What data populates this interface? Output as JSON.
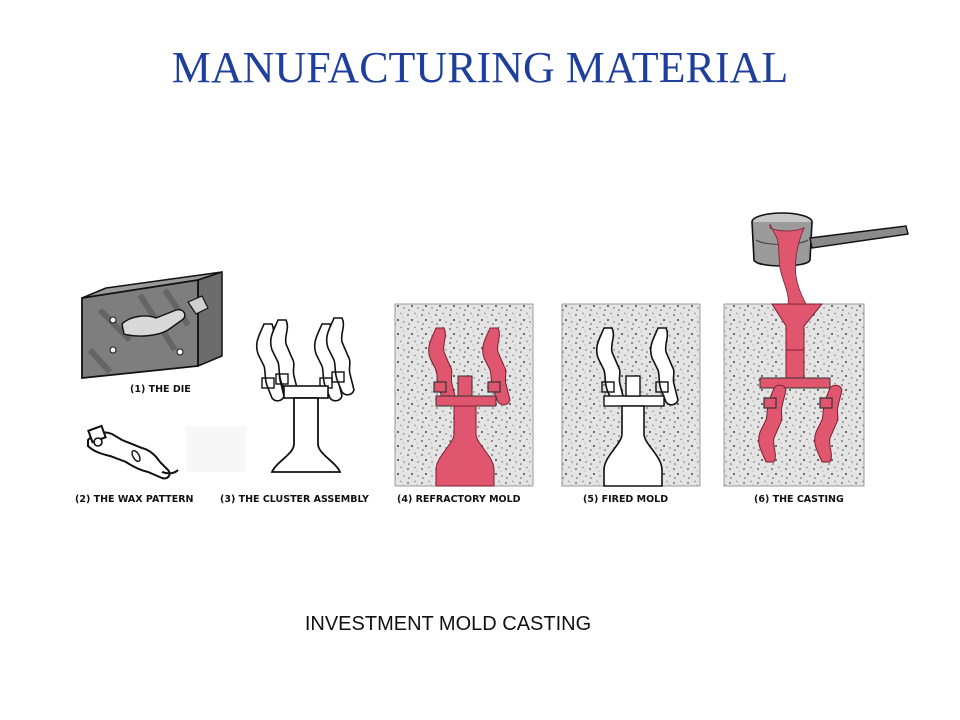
{
  "slide": {
    "title": "MANUFACTURING MATERIAL",
    "caption": "INVESTMENT MOLD CASTING"
  },
  "steps": [
    {
      "label": "(1) THE DIE",
      "icon": "die-icon"
    },
    {
      "label": "(2) THE WAX PATTERN",
      "icon": "wax-pattern-icon"
    },
    {
      "label": "(3) THE CLUSTER ASSEMBLY",
      "icon": "cluster-assembly-icon"
    },
    {
      "label": "(4) REFRACTORY MOLD",
      "icon": "refractory-mold-icon"
    },
    {
      "label": "(5) FIRED MOLD",
      "icon": "fired-mold-icon"
    },
    {
      "label": "(6) THE CASTING",
      "icon": "casting-icon"
    }
  ],
  "colors": {
    "title": "#1f3f9f",
    "metal": "#e0566e",
    "sand": "#dcdcdc",
    "ink": "#111111"
  }
}
